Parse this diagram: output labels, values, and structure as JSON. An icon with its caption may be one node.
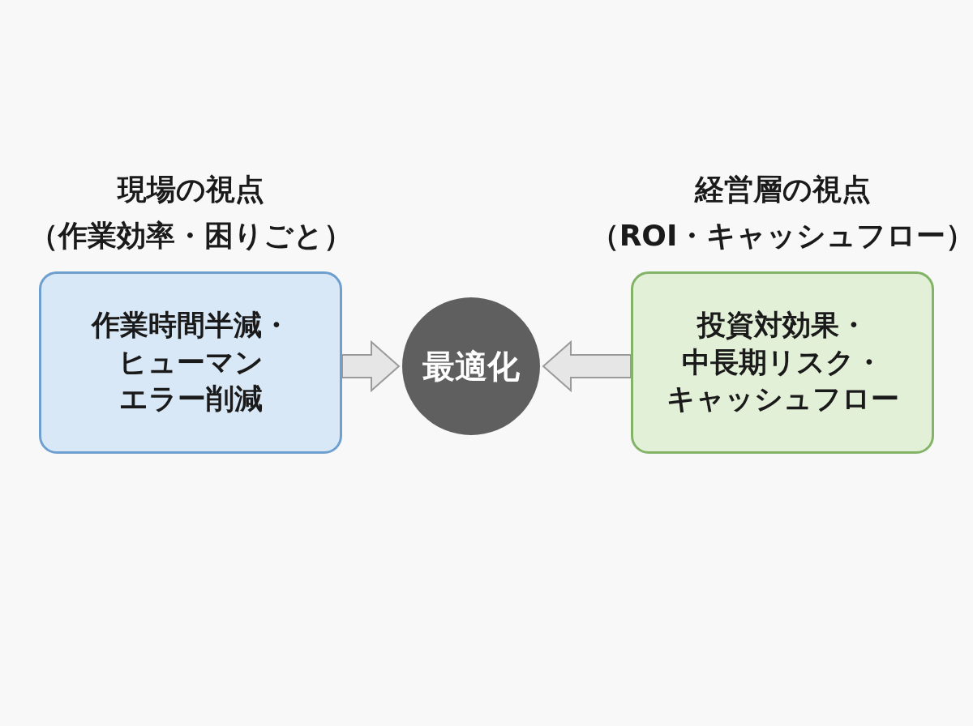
{
  "diagram": {
    "nodes": [
      {
        "text": [
          "現場の視点",
          "（作業効率・困りごと）",
          "作業時間半減・ヒューマンエラー削減"
        ]
      },
      {
        "text": [
          "最適化"
        ]
      },
      {
        "text": [
          "経営層の視点",
          "（ROI・キャッシュフロー）",
          "投資対効果・中長期リスク・キャッシュフロー"
        ]
      }
    ],
    "edges": [
      {
        "from": 0,
        "to": 1,
        "arrow": "to",
        "style": "thick"
      },
      {
        "from": 2,
        "to": 1,
        "arrow": "to",
        "style": "thick"
      }
    ]
  }
}
